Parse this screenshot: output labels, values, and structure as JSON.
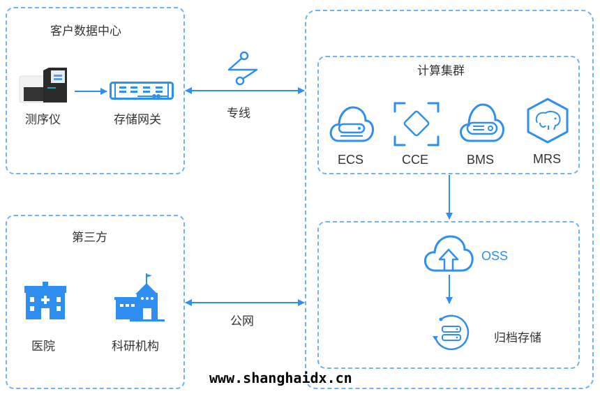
{
  "colors": {
    "accent": "#2e8ff0",
    "border": "#6fb3f2",
    "text": "#333333"
  },
  "customer_dc": {
    "title": "客户数据中心",
    "items": [
      {
        "label": "测序仪",
        "icon": "sequencer-icon"
      },
      {
        "label": "存储网关",
        "icon": "storage-gateway-icon"
      }
    ]
  },
  "third_party": {
    "title": "第三方",
    "items": [
      {
        "label": "医院",
        "icon": "hospital-icon"
      },
      {
        "label": "科研机构",
        "icon": "research-institute-icon"
      }
    ]
  },
  "links": {
    "private_line": {
      "label": "专线",
      "icon": "direct-connect-icon"
    },
    "public_net": {
      "label": "公网"
    }
  },
  "cloud": {
    "compute_cluster": {
      "title": "计算集群",
      "services": [
        {
          "label": "ECS",
          "icon": "ecs-icon"
        },
        {
          "label": "CCE",
          "icon": "cce-icon"
        },
        {
          "label": "BMS",
          "icon": "bms-icon"
        },
        {
          "label": "MRS",
          "icon": "mrs-icon"
        }
      ]
    },
    "storage": {
      "oss_label": "OSS",
      "archive_label": "归档存储"
    }
  },
  "watermark": "www.shanghaidx.cn"
}
